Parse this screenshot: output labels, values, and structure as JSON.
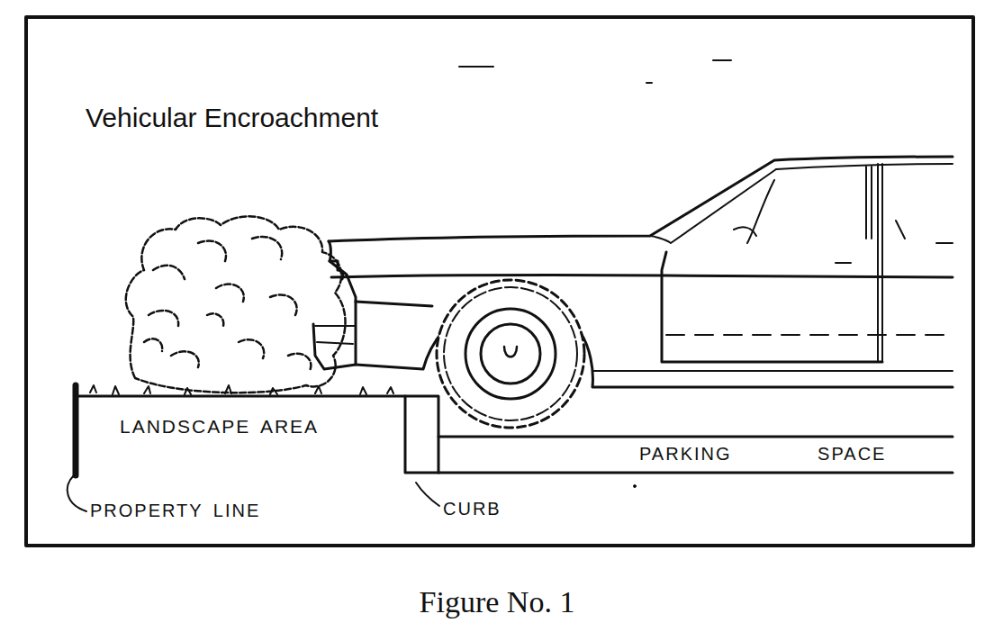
{
  "diagram": {
    "title": "Vehicular Encroachment",
    "caption": "Figure No. 1",
    "labels": [
      "LANDSCAPE AREA",
      "PROPERTY LINE",
      "CURB",
      "PARKING SPACE"
    ]
  }
}
